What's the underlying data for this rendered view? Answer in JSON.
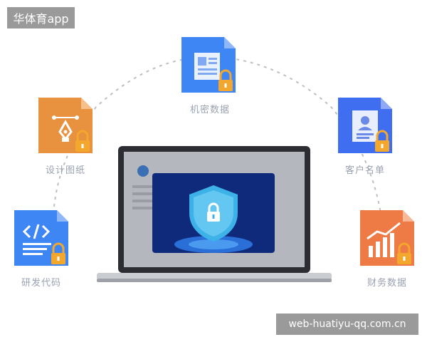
{
  "header": {
    "app_name": "华体育app"
  },
  "footer": {
    "url": "web-huatiyu-qq.com.cn"
  },
  "nodes": [
    {
      "key": "confidential-data",
      "label": "机密数据",
      "icon": "document-icon",
      "color": "#3f86f5"
    },
    {
      "key": "design-drawings",
      "label": "设计图纸",
      "icon": "pen-tool-icon",
      "color": "#e8913f"
    },
    {
      "key": "customer-list",
      "label": "客户名单",
      "icon": "contact-card-icon",
      "color": "#3f6ff0"
    },
    {
      "key": "source-code",
      "label": "研发代码",
      "icon": "code-icon",
      "color": "#3f86f5"
    },
    {
      "key": "financial-data",
      "label": "财务数据",
      "icon": "bar-chart-icon",
      "color": "#ee7a45"
    }
  ],
  "colors": {
    "lock": "#f3a72c",
    "arc": "#bfbfbf",
    "shield": "#3db2e8"
  }
}
